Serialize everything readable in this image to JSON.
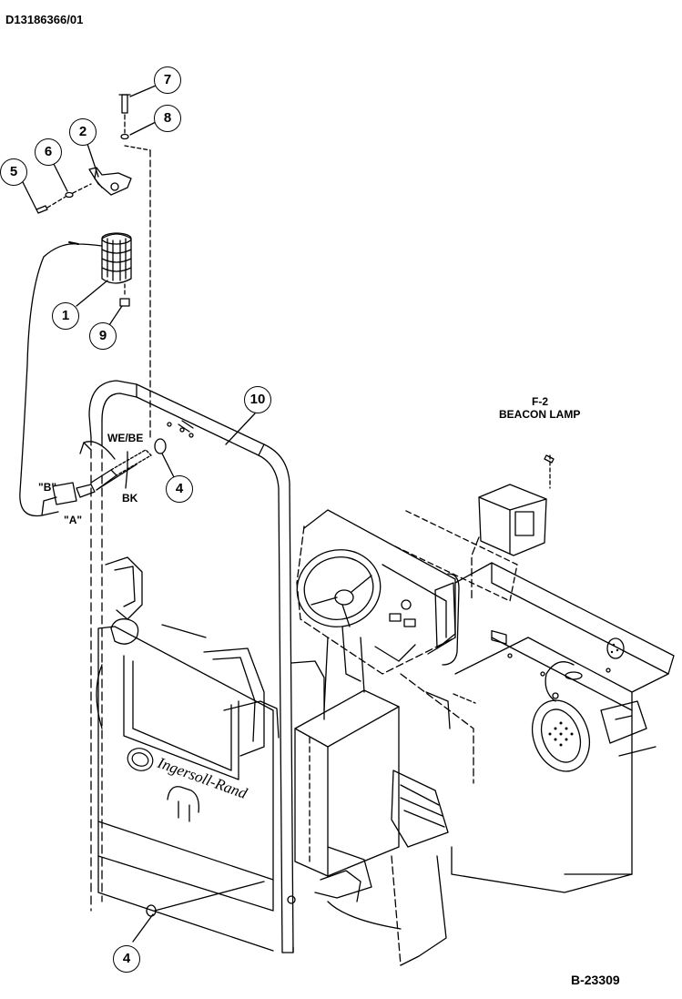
{
  "document_id": "D13186366/01",
  "figure_id": "B-23309",
  "callouts": [
    "7",
    "8",
    "2",
    "6",
    "5",
    "1",
    "9",
    "10",
    "4",
    "4"
  ],
  "labels": {
    "wire_we_be": "WE/BE",
    "wire_bk": "BK",
    "connector_b": "\"B\"",
    "connector_a": "\"A\"",
    "fuse_ref": "F-2",
    "fuse_name": "BEACON LAMP"
  },
  "logo_text": "Ingersoll-Rand"
}
